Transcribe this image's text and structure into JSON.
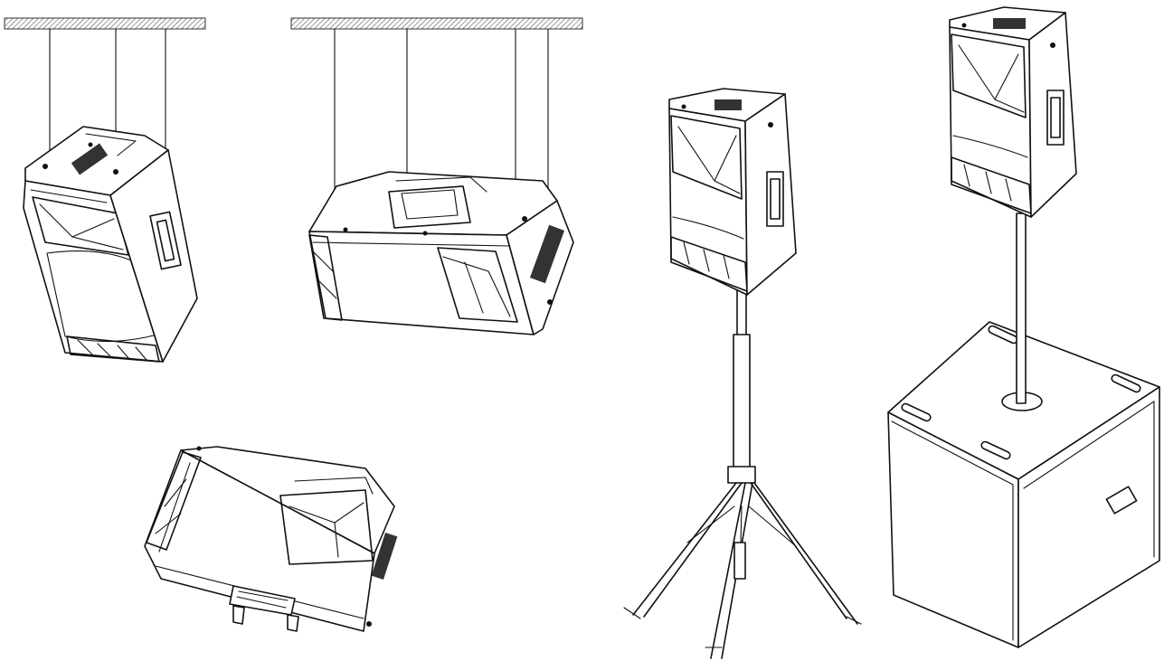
{
  "figure": {
    "panels": [
      {
        "id": "flown-vertical",
        "rigging_points": 3
      },
      {
        "id": "flown-horizontal",
        "rigging_points": 4
      },
      {
        "id": "floor-monitor"
      },
      {
        "id": "pole-mount-tripod"
      },
      {
        "id": "pole-mount-subwoofer"
      }
    ],
    "colors": {
      "line": "#111111",
      "background": "#ffffff",
      "ceiling_hatch": "#555555"
    }
  }
}
